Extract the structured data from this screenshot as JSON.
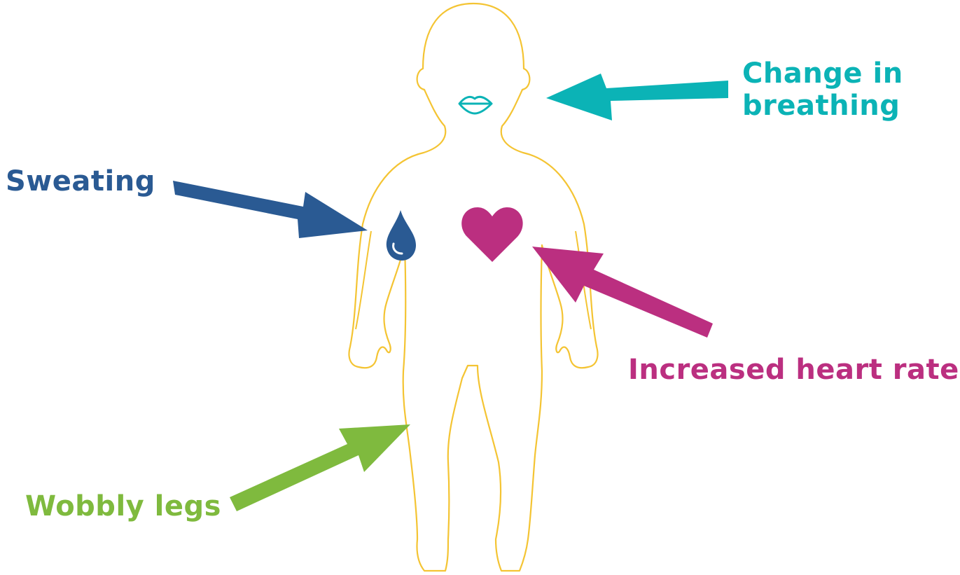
{
  "labels": {
    "breathing": {
      "line1": "Change in",
      "line2": "breathing"
    },
    "sweating": "Sweating",
    "heart_rate": "Increased heart rate",
    "wobbly_legs": "Wobbly legs"
  },
  "colors": {
    "outline": "#f4c433",
    "breathing": "#0bb3b6",
    "sweating": "#2a5a93",
    "heart_rate": "#bb2f80",
    "wobbly_legs": "#7fba3e"
  },
  "icons": {
    "mouth": "lips-icon",
    "sweat": "water-drop-icon",
    "heart": "heart-icon"
  }
}
